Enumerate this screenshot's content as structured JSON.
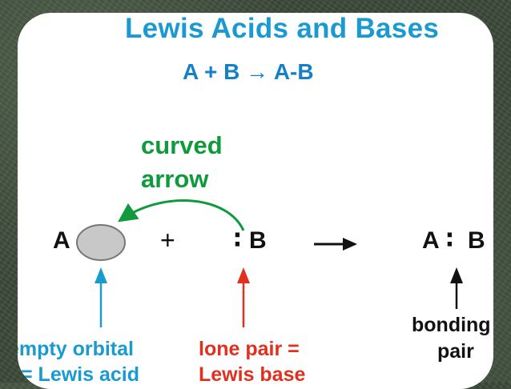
{
  "slide": {
    "title": "Lewis Acids and Bases",
    "equation": "A + B → A-B"
  },
  "diagram": {
    "curved_arrow_label": [
      "curved",
      "arrow"
    ],
    "acid_symbol": "A",
    "plus": "+",
    "lone_pair": "∶",
    "base_symbol": "B",
    "product": {
      "left": "A",
      "bond": "∶",
      "right": "B"
    },
    "labels": {
      "acid": [
        "empty orbital",
        "= Lewis acid"
      ],
      "base": [
        "lone pair =",
        "Lewis base"
      ],
      "bond": [
        "bonding",
        "pair"
      ]
    },
    "colors": {
      "title": "#1a9ad0",
      "equation": "#1580c8",
      "curved_arrow": "#0f9a3c",
      "acid": "#1a9ad0",
      "base": "#e0301e",
      "orbital_fill": "#c8c8c8"
    }
  }
}
